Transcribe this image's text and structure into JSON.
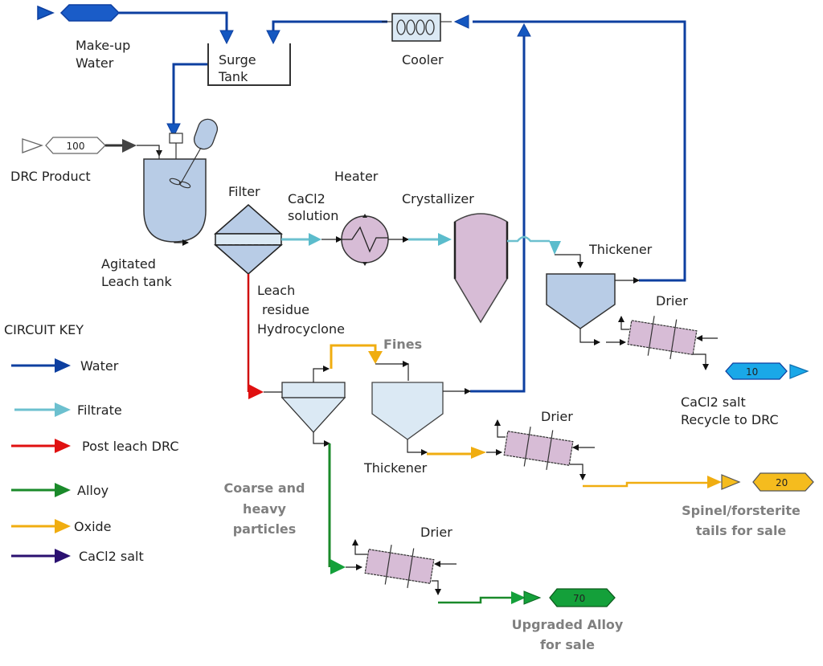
{
  "colors": {
    "water": "#0d3fa0",
    "water_arrow": "#1457c0",
    "filtrate": "#6cc0cf",
    "post_leach": "#e01010",
    "alloy": "#1a8a2a",
    "oxide": "#f0ad10",
    "cacl2": "#2a1070",
    "vessel_blue": "#b8cce6",
    "vessel_light": "#dbe9f4",
    "vessel_purple": "#d7bcd6",
    "stream_cyan": "#1aa8e8",
    "stream_gold": "#f5bc1e",
    "stream_green": "#14a03a",
    "gray_label": "#7f7f7f"
  },
  "streams": {
    "makeup_water": {
      "label": "Make-up\nWater",
      "lines": [
        "Make-up",
        "Water"
      ]
    },
    "drc_product": {
      "number": "100",
      "label": "DRC Product"
    },
    "cacl2_recycle": {
      "number": "10",
      "lines": [
        "CaCl2 salt",
        "Recycle to DRC"
      ]
    },
    "spinel_tails": {
      "number": "20",
      "lines": [
        "Spinel/forsterite",
        "tails for sale"
      ]
    },
    "upgraded_alloy": {
      "number": "70",
      "lines": [
        "Upgraded Alloy",
        "for sale"
      ]
    }
  },
  "equipment": {
    "surge_tank": {
      "lines": [
        "Surge",
        "Tank"
      ]
    },
    "cooler": {
      "label": "Cooler"
    },
    "leach_tank": {
      "lines": [
        "Agitated",
        "Leach tank"
      ]
    },
    "filter": {
      "label": "Filter"
    },
    "cacl2_solution": {
      "lines": [
        "CaCl2",
        "solution"
      ]
    },
    "heater": {
      "label": "Heater"
    },
    "crystallizer": {
      "label": "Crystallizer"
    },
    "thickener_1": {
      "label": "Thickener"
    },
    "drier_1": {
      "label": "Drier"
    },
    "hydrocyclone": {
      "lines": [
        "Leach",
        "residue",
        "Hydrocyclone"
      ]
    },
    "fines": {
      "label": "Fines"
    },
    "thickener_2": {
      "label": "Thickener"
    },
    "drier_2": {
      "label": "Drier"
    },
    "coarse": {
      "lines": [
        "Coarse and",
        "heavy",
        "particles"
      ]
    },
    "drier_3": {
      "label": "Drier"
    }
  },
  "circuit_key": {
    "title": "CIRCUIT KEY",
    "items": [
      {
        "label": "Water",
        "color": "#0d3fa0"
      },
      {
        "label": "Filtrate",
        "color": "#6cc0cf"
      },
      {
        "label": "Post leach DRC",
        "color": "#e01010"
      },
      {
        "label": "Alloy",
        "color": "#1a8a2a"
      },
      {
        "label": "Oxide",
        "color": "#f0ad10"
      },
      {
        "label": "CaCl2  salt",
        "color": "#2a1070"
      }
    ]
  }
}
